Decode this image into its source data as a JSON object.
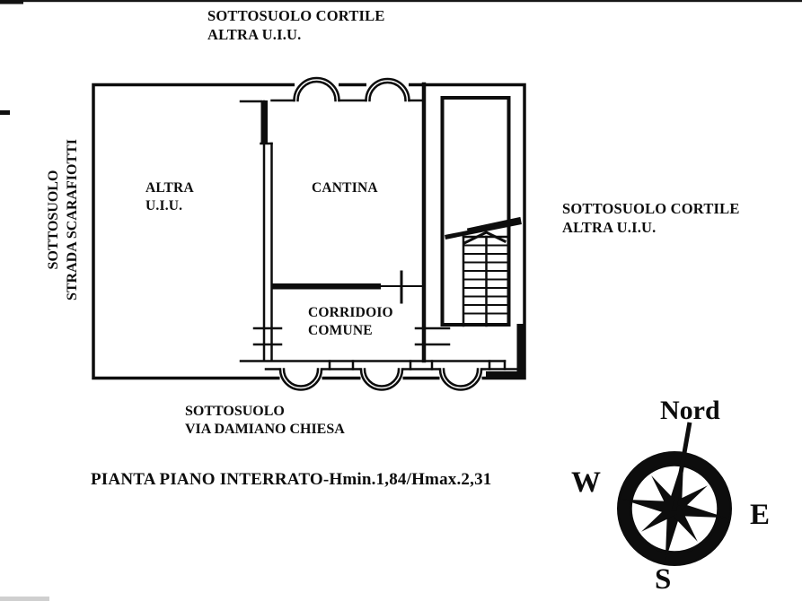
{
  "page": {
    "background": "#ffffff",
    "ink": "#0d0d0d"
  },
  "annotations": {
    "top": {
      "line1": "SOTTOSUOLO CORTILE",
      "line2": "ALTRA U.I.U."
    },
    "left": {
      "line1": "SOTTOSUOLO",
      "line2": "STRADA SCARAFIOTTI"
    },
    "right": {
      "line1": "SOTTOSUOLO CORTILE",
      "line2": "ALTRA U.I.U."
    },
    "bottom": {
      "line1": "SOTTOSUOLO",
      "line2": "VIA DAMIANO CHIESA"
    }
  },
  "rooms": {
    "altra_uiu": {
      "line1": "ALTRA",
      "line2": "U.I.U."
    },
    "cantina": {
      "label": "CANTINA"
    },
    "corridoio_comune": {
      "line1": "CORRIDOIO",
      "line2": "COMUNE"
    }
  },
  "caption": {
    "text": "PIANTA PIANO INTERRATO-Hmin.1,84/Hmax.2,31"
  },
  "compass": {
    "north": "Nord",
    "west": "W",
    "east": "E",
    "south": "S"
  }
}
